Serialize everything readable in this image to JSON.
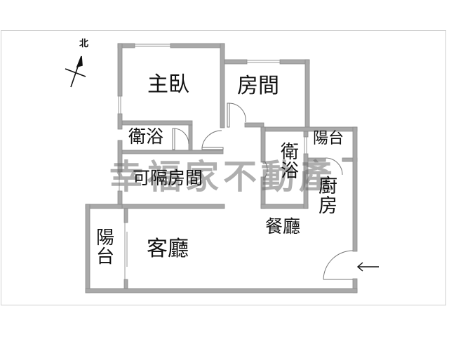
{
  "compass": {
    "label": "北",
    "icon": "north-arrow-icon"
  },
  "rooms": {
    "master_bedroom": "主臥",
    "bedroom": "房間",
    "bathroom_1": "衛浴",
    "flex_room": "可隔房間",
    "bathroom_2": "衛浴",
    "balcony_kitchen": "陽台",
    "kitchen": "廚房",
    "dining": "餐廳",
    "living": "客廳",
    "balcony_living": "陽台"
  },
  "entrance": {
    "icon": "entrance-arrow-icon"
  },
  "watermark": "幸福家不動產",
  "colors": {
    "wall": "#a9a9a9",
    "wall_edge": "#8a8a8a",
    "text": "#111111",
    "background": "#ffffff"
  }
}
